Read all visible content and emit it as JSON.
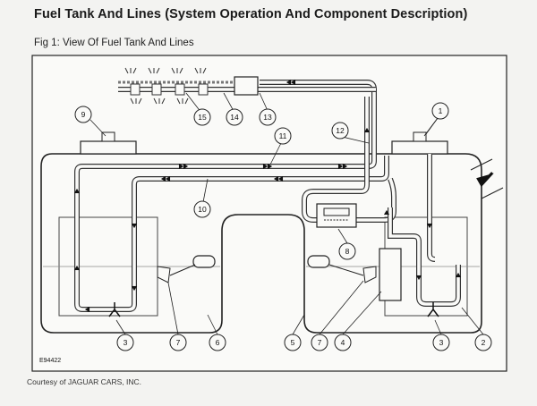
{
  "header": {
    "title": "Fuel Tank And Lines (System Operation And Component Description)",
    "figure_caption": "Fig 1: View Of Fuel Tank And Lines"
  },
  "diagram": {
    "reference_code": "E94422",
    "callouts": [
      {
        "id": "c1",
        "label": "1"
      },
      {
        "id": "c2",
        "label": "2"
      },
      {
        "id": "c3a",
        "label": "3"
      },
      {
        "id": "c3b",
        "label": "3"
      },
      {
        "id": "c4",
        "label": "4"
      },
      {
        "id": "c5",
        "label": "5"
      },
      {
        "id": "c6",
        "label": "6"
      },
      {
        "id": "c7a",
        "label": "7"
      },
      {
        "id": "c7b",
        "label": "7"
      },
      {
        "id": "c8",
        "label": "8"
      },
      {
        "id": "c9",
        "label": "9"
      },
      {
        "id": "c10",
        "label": "10"
      },
      {
        "id": "c11",
        "label": "11"
      },
      {
        "id": "c12",
        "label": "12"
      },
      {
        "id": "c13",
        "label": "13"
      },
      {
        "id": "c14",
        "label": "14"
      },
      {
        "id": "c15",
        "label": "15"
      }
    ]
  },
  "footer": {
    "courtesy": "Courtesy of JAGUAR CARS, INC."
  }
}
